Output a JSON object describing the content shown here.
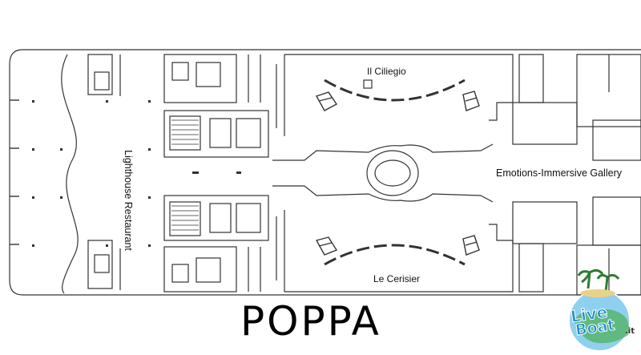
{
  "labels": {
    "il_ciliegio": "Il Ciliegio",
    "le_cerisier": "Le Cerisier",
    "emotions_gallery": "Emotions-Immersive Gallery",
    "lighthouse_restaurant": "Lighthouse Restaurant",
    "poppa": "POPPA"
  },
  "logo": {
    "word1": "Live",
    "word2": "Boat",
    "suffix": ".it"
  },
  "colors": {
    "line": "#333333",
    "logo_blue": "#1b8fc9",
    "logo_green": "#4caf50"
  }
}
